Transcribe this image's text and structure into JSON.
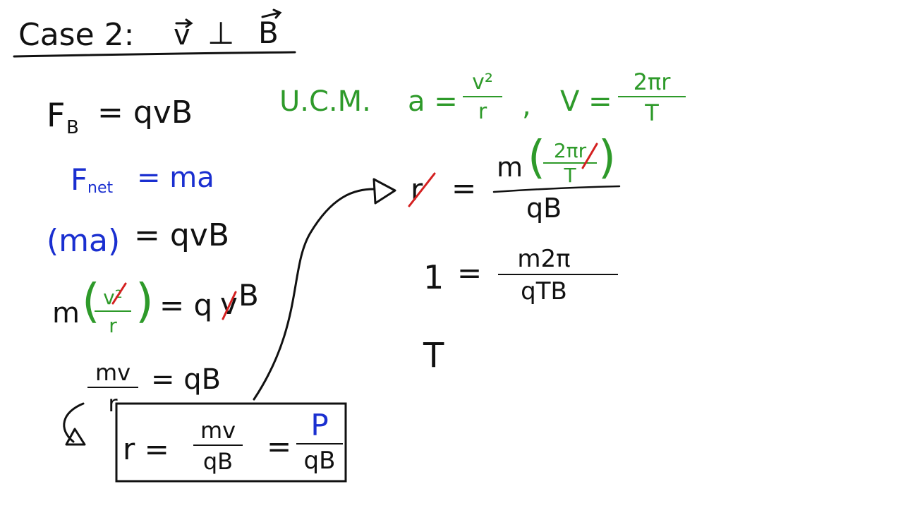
{
  "title": {
    "case": "Case 2:",
    "v": "v",
    "perp": "⊥",
    "B": "B"
  },
  "fb": {
    "lhs": "F",
    "sub": "B",
    "rhs": "= qvB"
  },
  "fnet": {
    "lhs": "F",
    "sub": "net",
    "rhs": "= ma"
  },
  "ma": {
    "lhs": "(ma)",
    "rhs": "= qvB"
  },
  "mv2": {
    "m": "m",
    "num": "v²",
    "den": "r",
    "rhs": "= q",
    "v": "v",
    "B": "B"
  },
  "mvr": {
    "num": "mv",
    "den": "r",
    "rhs": "= qB"
  },
  "boxed": {
    "lhs": "r =",
    "num": "mv",
    "den": "qB",
    "eq": "=",
    "num2": "P",
    "den2": "qB"
  },
  "ucm": {
    "label": "U.C.M.",
    "a_lhs": "a =",
    "a_num": "v²",
    "a_den": "r",
    "comma": ",",
    "v_lhs": "V =",
    "v_num": "2πr",
    "v_den": "T"
  },
  "eq1": {
    "lhs": "r",
    "eq": "=",
    "m": "m",
    "inner_num": "2πr",
    "inner_den": "T",
    "den": "qB"
  },
  "eq2": {
    "lhs": "1",
    "eq": "=",
    "num": "m2π",
    "den": "qTB"
  },
  "eq3": {
    "lhs": "T"
  },
  "colors": {
    "ink": "#111111",
    "blue": "#1a2fd0",
    "green": "#2e9a2a",
    "red": "#d42020"
  }
}
